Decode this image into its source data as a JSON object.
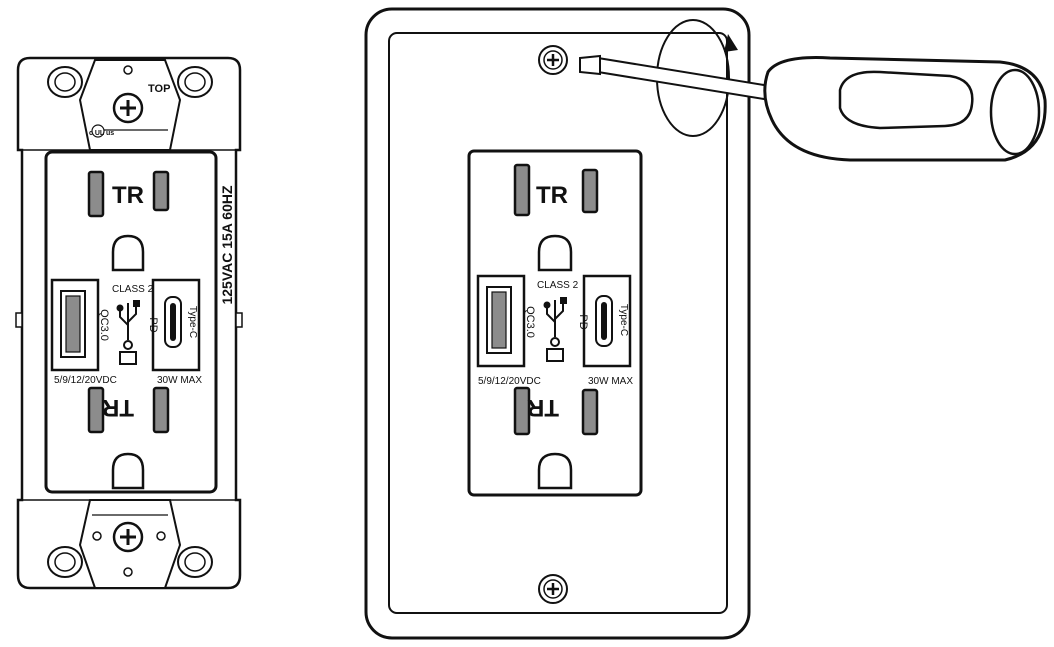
{
  "colors": {
    "stroke": "#111111",
    "slot_fill": "#8c8c8c",
    "background": "#ffffff"
  },
  "icons": [
    "ground-screw-icon",
    "usb-icon",
    "screwdriver-icon",
    "rotation-arrow-icon",
    "ul-listing-mark"
  ],
  "left_receptacle": {
    "top_mark": "TOP",
    "ul_mark": "c UL us",
    "tr_top": "TR",
    "tr_bottom": "TR",
    "class_label": "CLASS 2",
    "qc_label": "QC3.0",
    "pd_label": "PD",
    "typec_label": "Type-C",
    "usb_a_voltage": "5/9/12/20VDC",
    "usb_c_power": "30W MAX",
    "rating": "125VAC 15A 60HZ"
  },
  "right_receptacle": {
    "tr_top": "TR",
    "tr_bottom": "TR",
    "class_label": "CLASS 2",
    "qc_label": "QC3.0",
    "pd_label": "PD",
    "typec_label": "Type-C",
    "usb_a_voltage": "5/9/12/20VDC",
    "usb_c_power": "30W MAX"
  }
}
